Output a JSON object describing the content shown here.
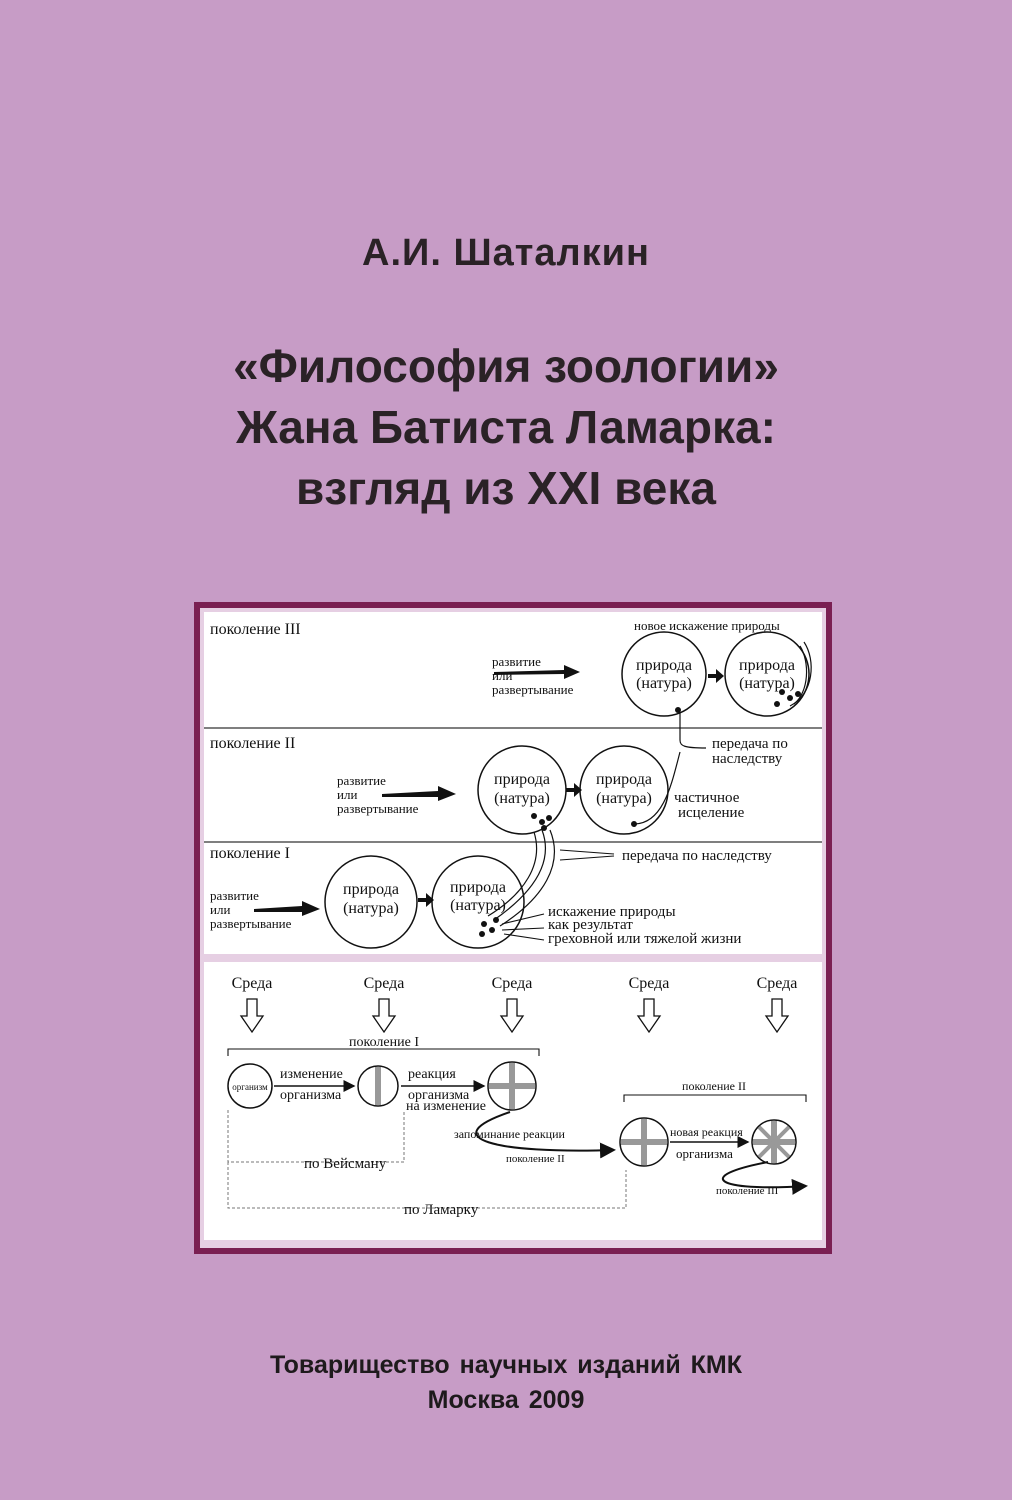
{
  "author": "А.И. Шаталкин",
  "title": {
    "line1": "«Философия зоологии»",
    "line2": "Жана Батиста Ламарка:",
    "line3": "взгляд из XXI века"
  },
  "figure": {
    "top": {
      "gen3_label": "поколение III",
      "gen2_label": "поколение II",
      "gen1_label": "поколение I",
      "new_distortion": "новое искажение природы",
      "dev_line1": "развитие",
      "dev_line2": "или",
      "dev_line3": "развертывание",
      "nature_line1": "природа",
      "nature_line2": "(натура)",
      "inheritance_short_1": "передача по",
      "inheritance_short_2": "наследству",
      "partial_healing_1": "частичное",
      "partial_healing_2": "исцеление",
      "inheritance_full": "передача по наследству",
      "distortion_1": "искажение природы",
      "distortion_2": "как результат",
      "distortion_3": "греховной или тяжелой жизни"
    },
    "bottom": {
      "environment": "Среда",
      "gen1": "поколение I",
      "gen2": "поколение II",
      "gen2_small": "поколение II",
      "gen3_small": "поколение III",
      "organism": "организм",
      "change_1": "изменение",
      "change_2": "организма",
      "reaction_1": "реакция",
      "reaction_2": "организма",
      "reaction_3": "на изменение",
      "memory": "запоминание реакции",
      "new_reaction_1": "новая реакция",
      "new_reaction_2": "организма",
      "weismann": "по Вейсману",
      "lamarck": "по Ламарку"
    }
  },
  "publisher": {
    "line1": "Товарищество научных изданий КМК",
    "line2": "Москва 2009"
  },
  "colors": {
    "background": "#c79cc6",
    "frame": "#7a1f52",
    "text": "#2a2226"
  }
}
